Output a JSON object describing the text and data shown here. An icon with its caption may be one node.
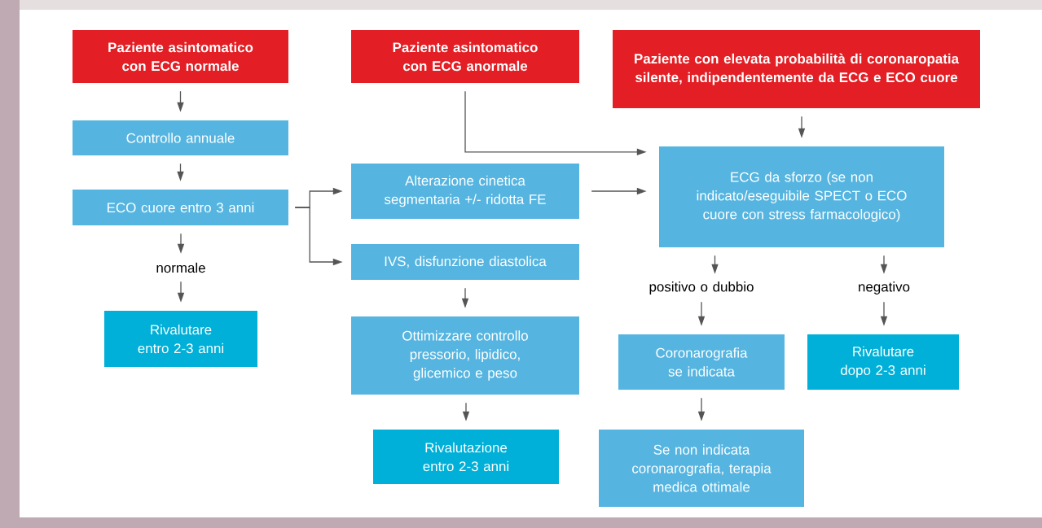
{
  "diagram": {
    "nodes": [
      {
        "text": [
          "Paziente asintomatico con ECG normale"
        ]
      },
      {
        "text": [
          "Paziente asintomatico con ECG anormale"
        ]
      },
      {
        "text": [
          "Paziente con elevata probabilità di coronaropatia silente, indipendentemente da ECG e ECO cuore"
        ]
      },
      {
        "text": [
          "Controllo annuale"
        ]
      },
      {
        "text": [
          "ECO cuore entro 3 anni"
        ]
      },
      {
        "text": [
          "normale"
        ]
      },
      {
        "text": [
          "Rivalutare entro 2-3 anni"
        ]
      },
      {
        "text": [
          "Alterazione cinetica segmentaria +/- ridotta FE"
        ]
      },
      {
        "text": [
          "IVS, disfunzione diastolica"
        ]
      },
      {
        "text": [
          "Ottimizzare controllo pressorio, lipidico, glicemico e peso"
        ]
      },
      {
        "text": [
          "Rivalutazione entro 2-3 anni"
        ]
      },
      {
        "text": [
          "ECG da sforzo (se non indicato/eseguibile SPECT o ECO cuore con stress farmacologico)"
        ]
      },
      {
        "text": [
          "positivo o dubbio"
        ]
      },
      {
        "text": [
          "negativo"
        ]
      },
      {
        "text": [
          "Coronarografia se indicata"
        ]
      },
      {
        "text": [
          "Rivalutare dopo 2-3 anni"
        ]
      },
      {
        "text": [
          "Se non indicata coronarografia, terapia medica ottimale"
        ]
      }
    ],
    "edges": [
      {
        "from": 0,
        "to": 3,
        "arrow": "to"
      },
      {
        "from": 3,
        "to": 4,
        "arrow": "to"
      },
      {
        "from": 4,
        "to": 5,
        "arrow": "to"
      },
      {
        "from": 5,
        "to": 6,
        "arrow": "to"
      },
      {
        "from": 4,
        "to": 7,
        "arrow": "to"
      },
      {
        "from": 4,
        "to": 8,
        "arrow": "to"
      },
      {
        "from": 8,
        "to": 9,
        "arrow": "to"
      },
      {
        "from": 9,
        "to": 10,
        "arrow": "to"
      },
      {
        "from": 1,
        "to": 11,
        "arrow": "to"
      },
      {
        "from": 7,
        "to": 11,
        "arrow": "to"
      },
      {
        "from": 2,
        "to": 11,
        "arrow": "to"
      },
      {
        "from": 11,
        "to": 12,
        "arrow": "to"
      },
      {
        "from": 11,
        "to": 13,
        "arrow": "to"
      },
      {
        "from": 12,
        "to": 14,
        "arrow": "to"
      },
      {
        "from": 13,
        "to": 15,
        "arrow": "to"
      },
      {
        "from": 14,
        "to": 16,
        "arrow": "to"
      }
    ]
  }
}
